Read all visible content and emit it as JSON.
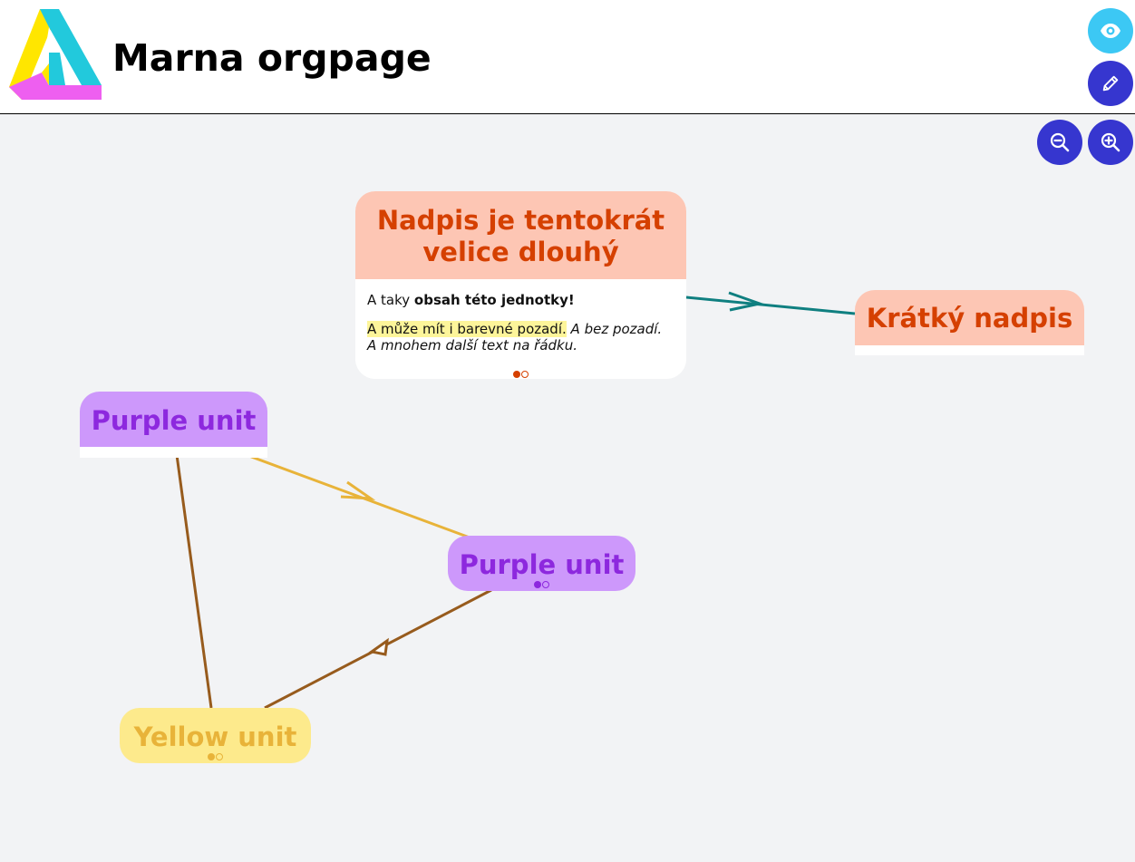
{
  "header": {
    "title": "Marna orgpage",
    "logo_icon": "penrose-triangle-logo-icon"
  },
  "toolbar": {
    "view_icon": "eye-icon",
    "edit_icon": "pencil-icon",
    "zoom_out_icon": "zoom-out-icon",
    "zoom_in_icon": "zoom-in-icon"
  },
  "units": [
    {
      "title": "Nadpis je tentokrát velice dlouhý",
      "body_line1_plain": "A taky ",
      "body_line1_bold": "obsah této jednotky!",
      "body_line2_highlight": "A může mít i barevné pozadí.",
      "body_line2_italic": " A bez pozadí. A mnohem další text na řádku.",
      "color_head": "#fdc6b4",
      "color_text": "#d54000"
    },
    {
      "title": "Krátký nadpis",
      "color_head": "#fdc6b4",
      "color_text": "#d54000"
    },
    {
      "title": "Purple unit",
      "color_head": "#cd98fb",
      "color_text": "#8d28de"
    },
    {
      "title": "Purple unit",
      "color_head": "#cd98fb",
      "color_text": "#8d28de"
    },
    {
      "title": "Yellow unit",
      "color_head": "#fdea8c",
      "color_text": "#e8b339"
    }
  ],
  "edges": [
    {
      "from": "Nadpis je tentokrát velice dlouhý",
      "to": "Krátký nadpis",
      "color": "#0f7f80",
      "marker": "open-arrow"
    },
    {
      "from": "Purple unit",
      "to": "Purple unit",
      "color": "#e8b339",
      "marker": "open-arrow"
    },
    {
      "from": "Purple unit",
      "to": "Yellow unit",
      "color": "#975b1d",
      "marker": "hollow-triangle"
    },
    {
      "from": "Purple unit",
      "to": "Yellow unit",
      "color": "#975b1d",
      "marker": "none"
    }
  ],
  "colors": {
    "header_bg": "#ffffff",
    "canvas_bg": "#f2f3f5",
    "button_primary": "#3636cf",
    "button_view": "#3cc8f4"
  }
}
